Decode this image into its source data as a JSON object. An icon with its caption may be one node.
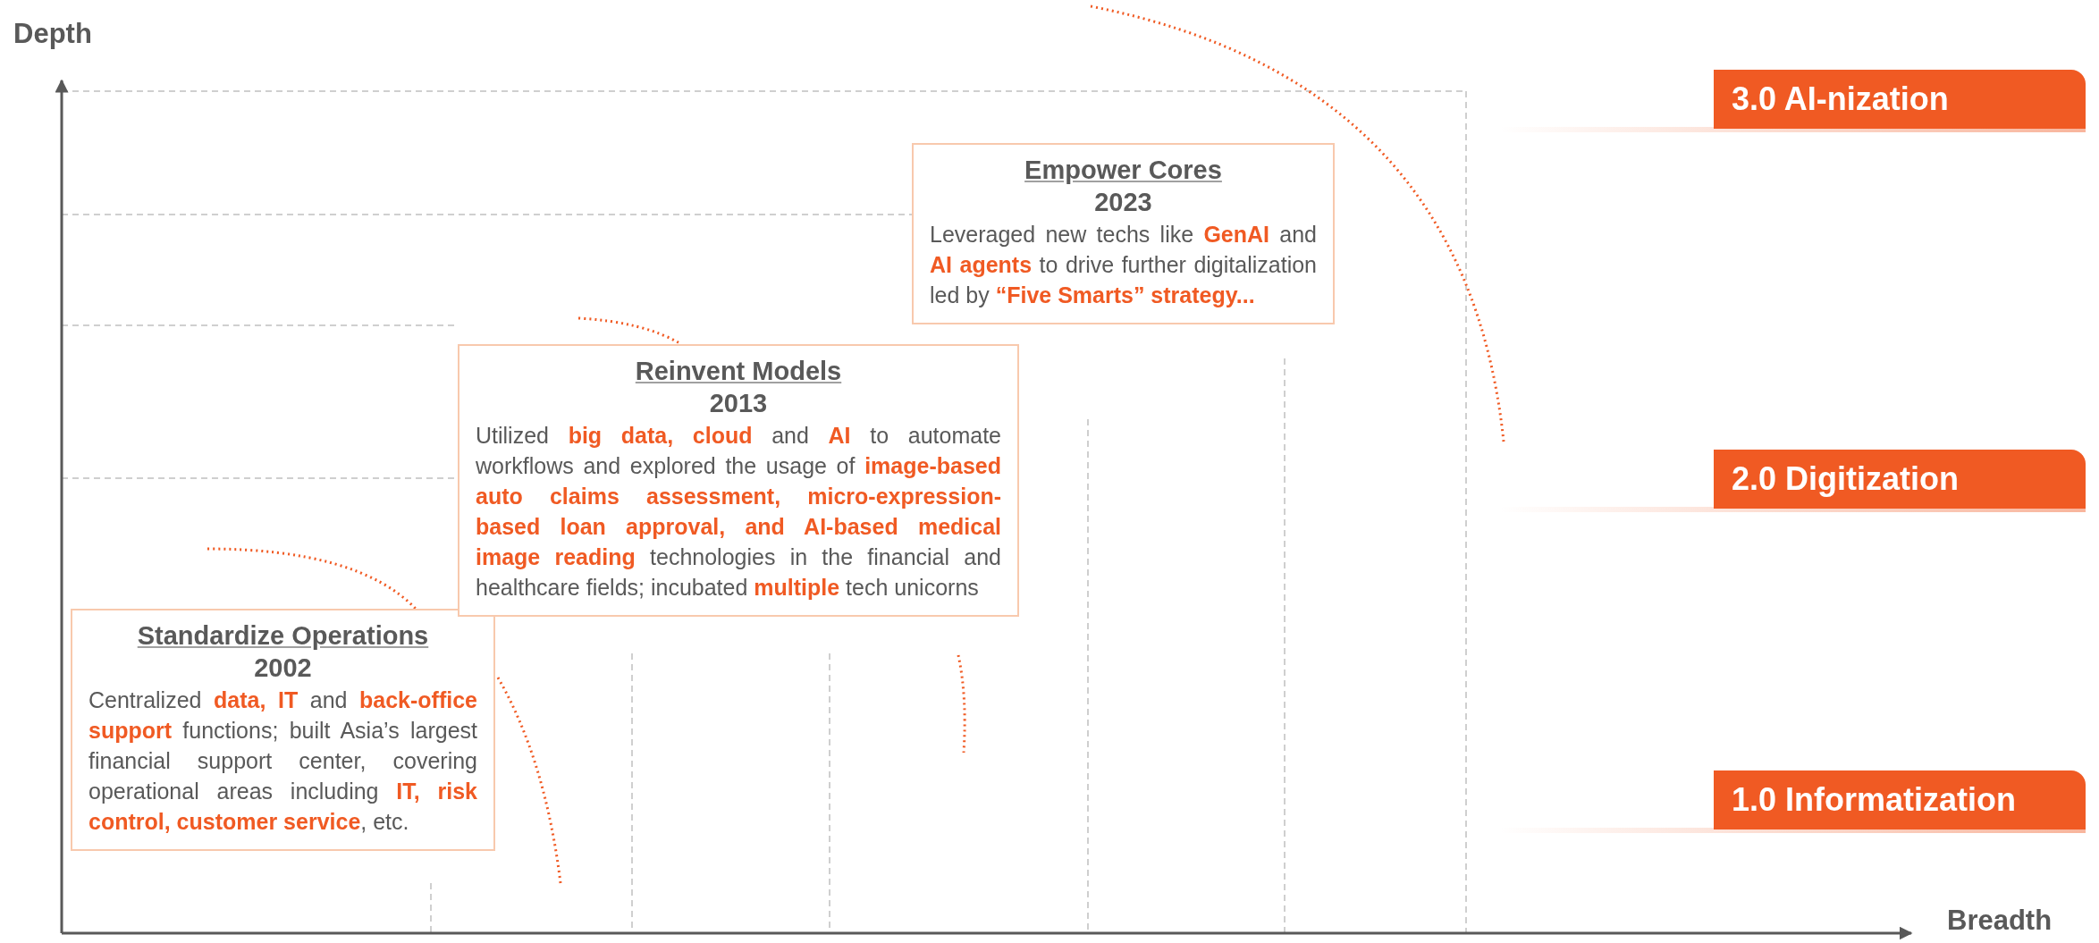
{
  "diagram": {
    "nodes": [
      {
        "text": [
          "Standardize Operations",
          "2002",
          "Centralized **data, IT** and **back-office support** functions; built Asia’s largest financial support center, covering operational areas including **IT, risk control, customer service**, etc."
        ]
      },
      {
        "text": [
          "Reinvent Models",
          "2013",
          "Utilized **big data, cloud** and **AI** to automate workflows and explored the usage of **image-based auto claims assessment, micro-expression-based loan approval, and AI-based medical image reading** technologies in the financial and healthcare fields; incubated **multiple** tech unicorns"
        ]
      },
      {
        "text": [
          "Empower Cores",
          "2023",
          "Leveraged new techs like **GenAI** and **AI agents** to drive further digitalization led by **“Five Smarts” strategy...**"
        ]
      },
      {
        "text": [
          "3.0 AI-nization"
        ]
      },
      {
        "text": [
          "2.0 Digitization"
        ]
      },
      {
        "text": [
          "1.0 Informatization"
        ]
      }
    ],
    "labels": [
      "Depth",
      "Breadth"
    ]
  }
}
